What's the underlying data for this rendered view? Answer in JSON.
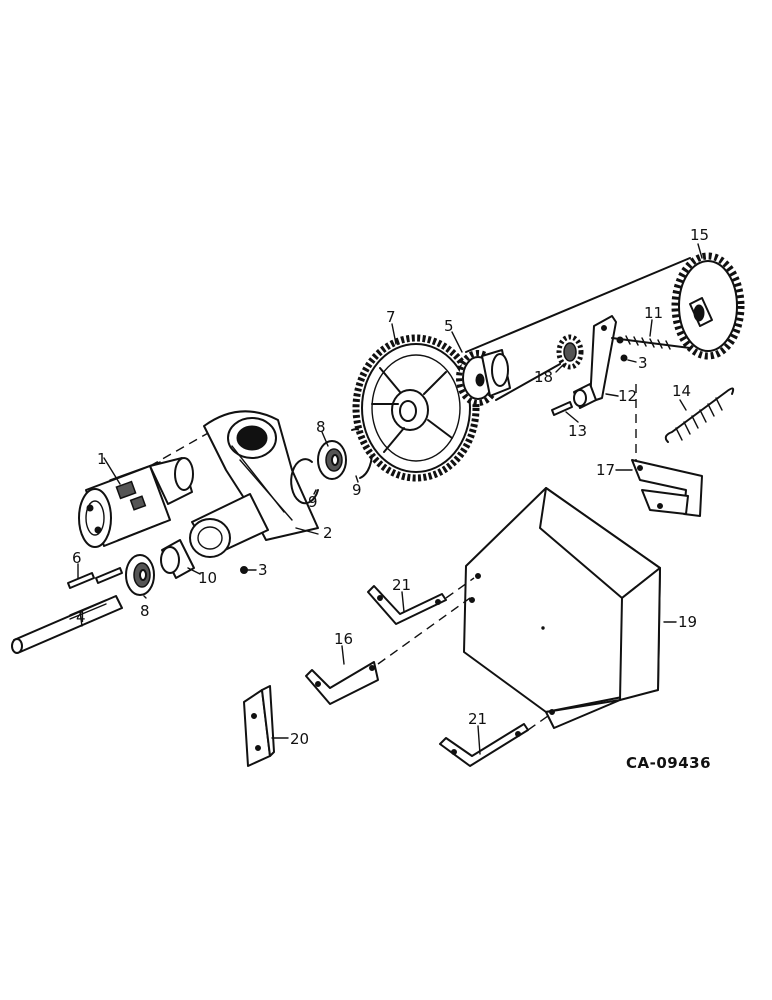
{
  "diagram": {
    "reference_code": "CA-09436",
    "part_labels": {
      "p1": "1",
      "p2": "2",
      "p3a": "3",
      "p3b": "3",
      "p4": "4",
      "p5": "5",
      "p6": "6",
      "p7": "7",
      "p8a": "8",
      "p8b": "8",
      "p9a": "9",
      "p9b": "9",
      "p10": "10",
      "p11": "11",
      "p12": "12",
      "p13": "13",
      "p14": "14",
      "p15": "15",
      "p16": "16",
      "p17": "17",
      "p18": "18",
      "p19": "19",
      "p20": "20",
      "p21a": "21",
      "p21b": "21"
    }
  }
}
